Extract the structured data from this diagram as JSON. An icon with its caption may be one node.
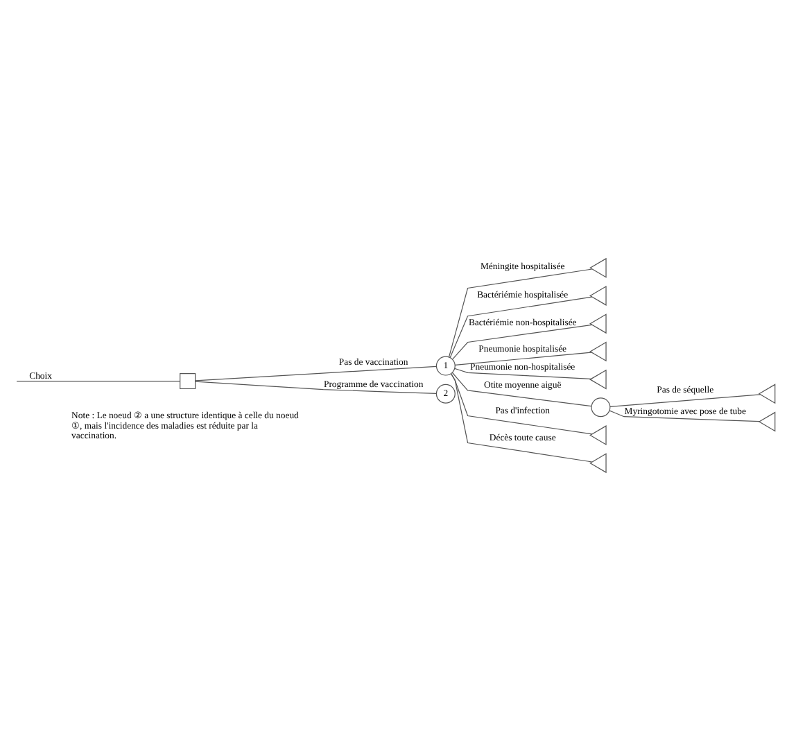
{
  "diagram": {
    "nodes": [
      {
        "text": [],
        "shape": "box"
      },
      {
        "text": [
          "1"
        ]
      },
      {
        "text": [],
        "shape": "triangle"
      },
      {
        "text": [],
        "shape": "triangle"
      },
      {
        "text": [],
        "shape": "triangle"
      },
      {
        "text": [],
        "shape": "triangle"
      },
      {
        "text": [],
        "shape": "triangle"
      },
      {
        "text": [],
        "shape": "circle"
      },
      {
        "text": [],
        "shape": "triangle"
      },
      {
        "text": [],
        "shape": "triangle"
      },
      {
        "text": [],
        "shape": "triangle"
      },
      {
        "text": [],
        "shape": "triangle"
      },
      {
        "text": [
          "2"
        ]
      }
    ],
    "edges": [
      {
        "from": null,
        "to": 0,
        "arrow": "none",
        "label": "Choix"
      },
      {
        "from": 0,
        "to": 1,
        "arrow": "none",
        "label": "Pas de vaccination"
      },
      {
        "from": 1,
        "to": 2,
        "arrow": "none",
        "label": "Méningite hospitalisée"
      },
      {
        "from": 1,
        "to": 3,
        "arrow": "none",
        "label": "Bactériémie hospitalisée"
      },
      {
        "from": 1,
        "to": 4,
        "arrow": "none",
        "label": "Bactériémie non-hospitalisée"
      },
      {
        "from": 1,
        "to": 5,
        "arrow": "none",
        "label": "Pneumonie hospitalisée"
      },
      {
        "from": 1,
        "to": 6,
        "arrow": "none",
        "label": "Pneumonie non-hospitalisée"
      },
      {
        "from": 1,
        "to": 7,
        "arrow": "none",
        "label": "Otite moyenne aiguë"
      },
      {
        "from": 7,
        "to": 8,
        "arrow": "none",
        "label": "Pas de séquelle"
      },
      {
        "from": 7,
        "to": 9,
        "arrow": "none",
        "label": "Myringotomie avec pose de tube"
      },
      {
        "from": 1,
        "to": 10,
        "arrow": "none",
        "label": "Pas d'infection"
      },
      {
        "from": 1,
        "to": 11,
        "arrow": "none",
        "label": "Décès toute cause"
      },
      {
        "from": 0,
        "to": 12,
        "arrow": "none",
        "label": "Programme de vaccination"
      }
    ],
    "labels": [
      "Note : Le noeud ② a une structure identique à celle du noeud ①, mais l'incidence des maladies est réduite par la vaccination."
    ]
  }
}
